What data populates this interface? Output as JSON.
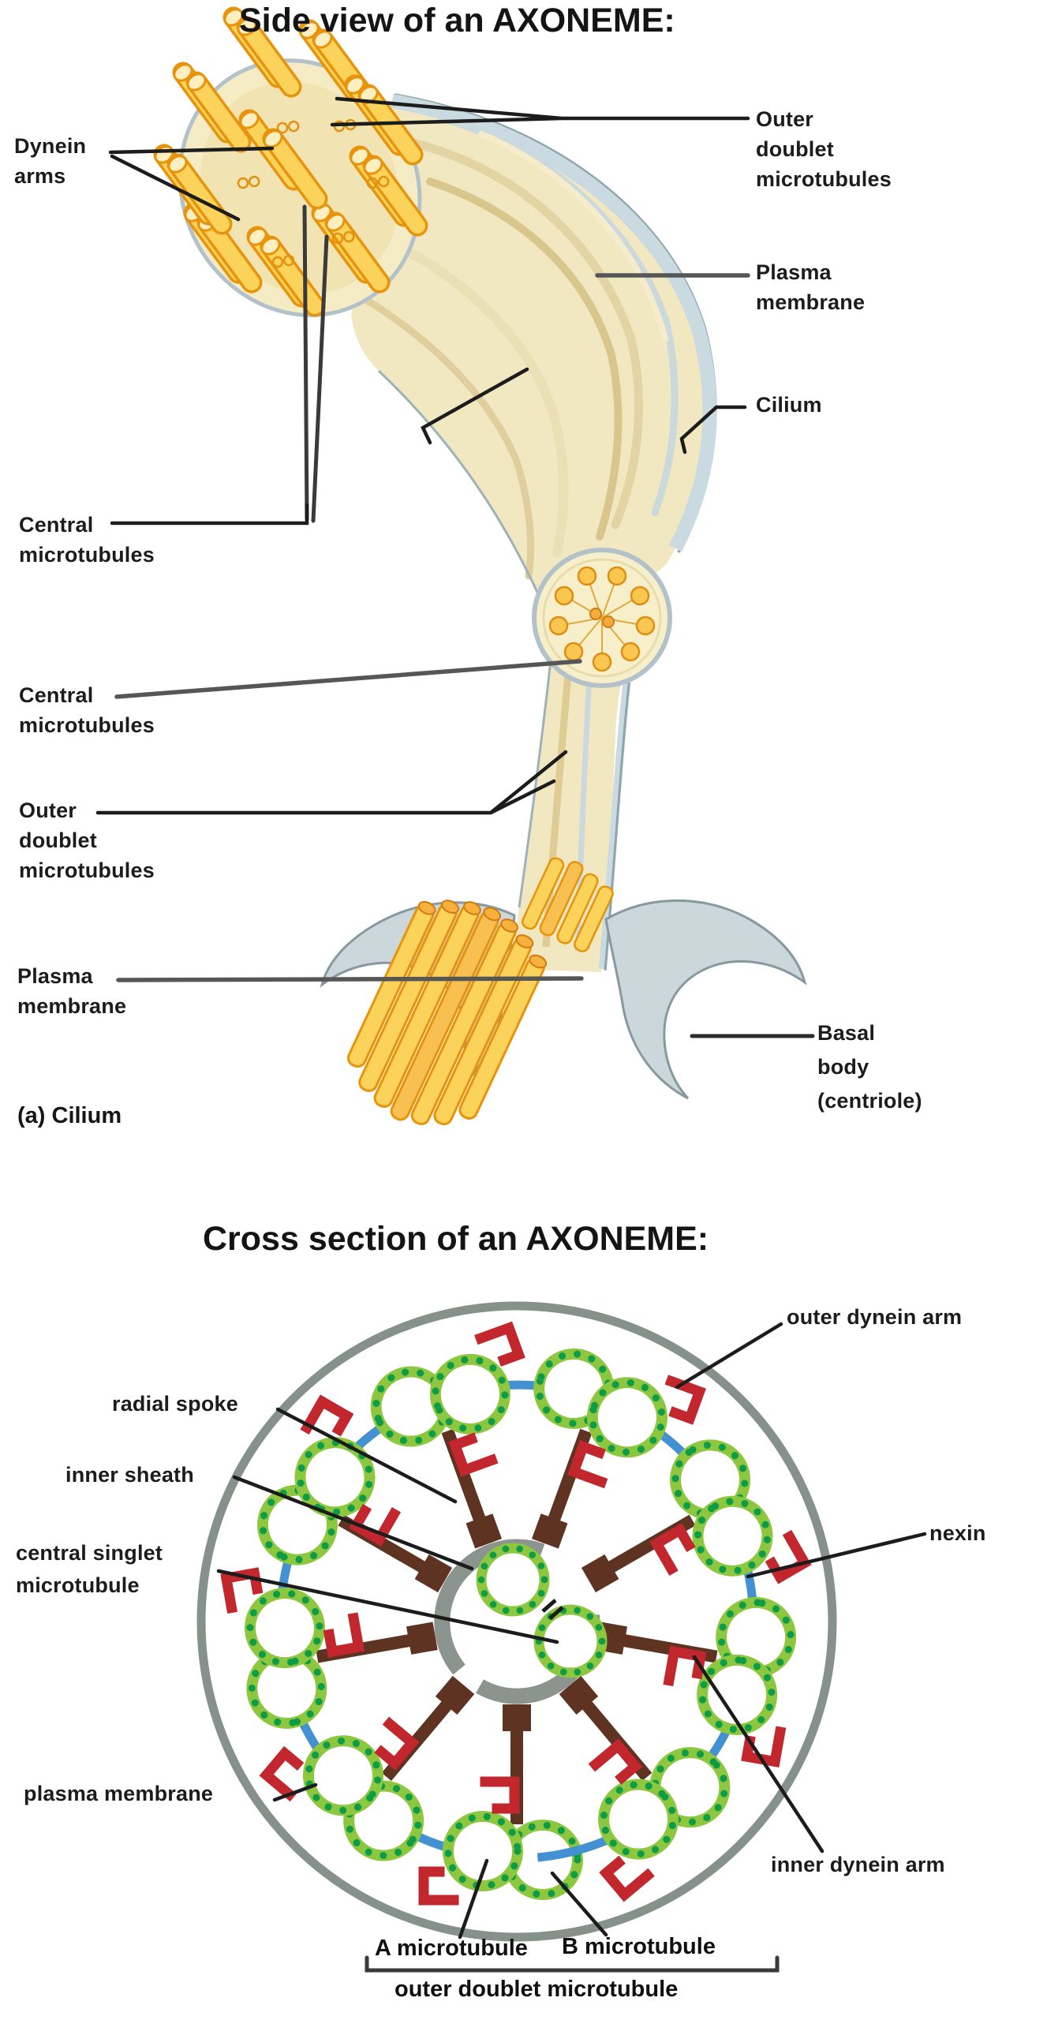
{
  "side_view": {
    "title": "Side view of an AXONEME:",
    "labels": {
      "dynein_arms": "Dynein\narms",
      "outer_doublet_microtubules": "Outer\ndoublet\nmicrotubules",
      "plasma_membrane": "Plasma\nmembrane",
      "cilium": "Cilium",
      "central_microtubules_upper": "Central\nmicrotubules",
      "central_microtubules_lower": "Central\nmicrotubules",
      "outer_doublet_microtubules_lower": "Outer\ndoublet\nmicrotubules",
      "plasma_membrane_lower": "Plasma\nmembrane",
      "caption": "(a) Cilium",
      "basal_body": "Basal\nbody\n(centriole)"
    }
  },
  "cross_section": {
    "title": "Cross section of an AXONEME:",
    "labels": {
      "radial_spoke": "radial spoke",
      "inner_sheath": "inner sheath",
      "central_singlet_microtubule": "central singlet\nmicrotubule",
      "plasma_membrane": "plasma membrane",
      "outer_dynein_arm": "outer dynein arm",
      "nexin": "nexin",
      "inner_dynein_arm": "inner dynein arm",
      "a_microtubule": "A microtubule",
      "b_microtubule": "B microtubule",
      "outer_doublet_microtubule": "outer doublet microtubule"
    },
    "structure": {
      "outer_doublet_count": 9,
      "central_singlet_count": 2
    }
  },
  "colors": {
    "microtubule_green": "#8DC63F",
    "microtubule_dot_green": "#0E9C47",
    "dynein_red": "#C1272D",
    "radial_spoke_brown": "#5E3322",
    "nexin_blue": "#4390D2",
    "membrane_gray": "#87918B",
    "tube_yellow": "#FBD35B",
    "tube_orange": "#E8930C",
    "cilium_body_cream": "#F1E7C1",
    "membrane_blue_gray": "#C9DAE0",
    "label_text": "#1C1C1C"
  }
}
